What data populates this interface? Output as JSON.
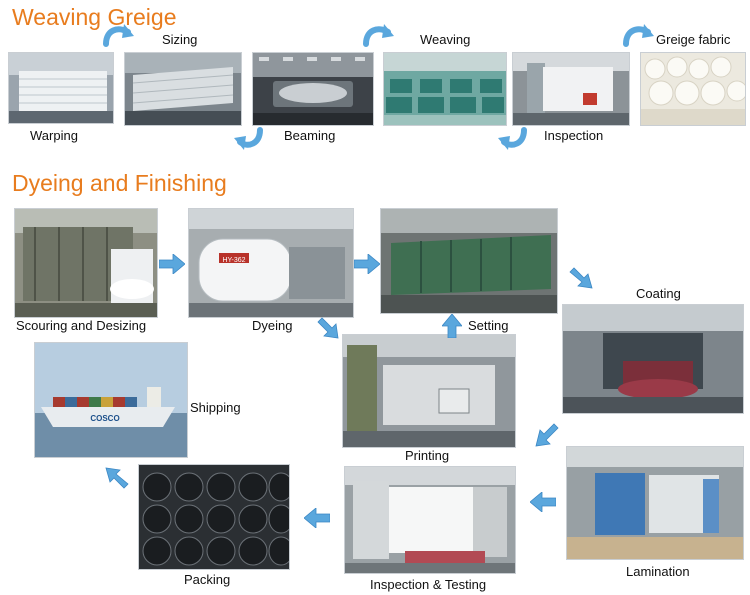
{
  "sections": {
    "weaving_title": "Weaving Greige",
    "dyeing_title": "Dyeing and Finishing"
  },
  "weaving_steps": {
    "warping": "Warping",
    "sizing": "Sizing",
    "beaming": "Beaming",
    "weaving": "Weaving",
    "inspection": "Inspection",
    "greige_fabric": "Greige fabric"
  },
  "finishing_steps": {
    "scouring": "Scouring and Desizing",
    "dyeing": "Dyeing",
    "setting": "Setting",
    "coating": "Coating",
    "printing": "Printing",
    "shipping": "Shipping",
    "lamination": "Lamination",
    "inspection_testing": "Inspection & Testing",
    "packing": "Packing"
  },
  "photo_text": {
    "dyeing_machine_tag": "HY-362",
    "ship_hull_text": "COSCO"
  },
  "colors": {
    "title_orange": "#e87c1e",
    "arrow_blue": "#5aa7dd",
    "arrow_stroke": "#3b87c4"
  },
  "icons": {
    "flow_arrow": "arrow-icon",
    "curved_flow_arrow": "curved-arrow-icon"
  }
}
